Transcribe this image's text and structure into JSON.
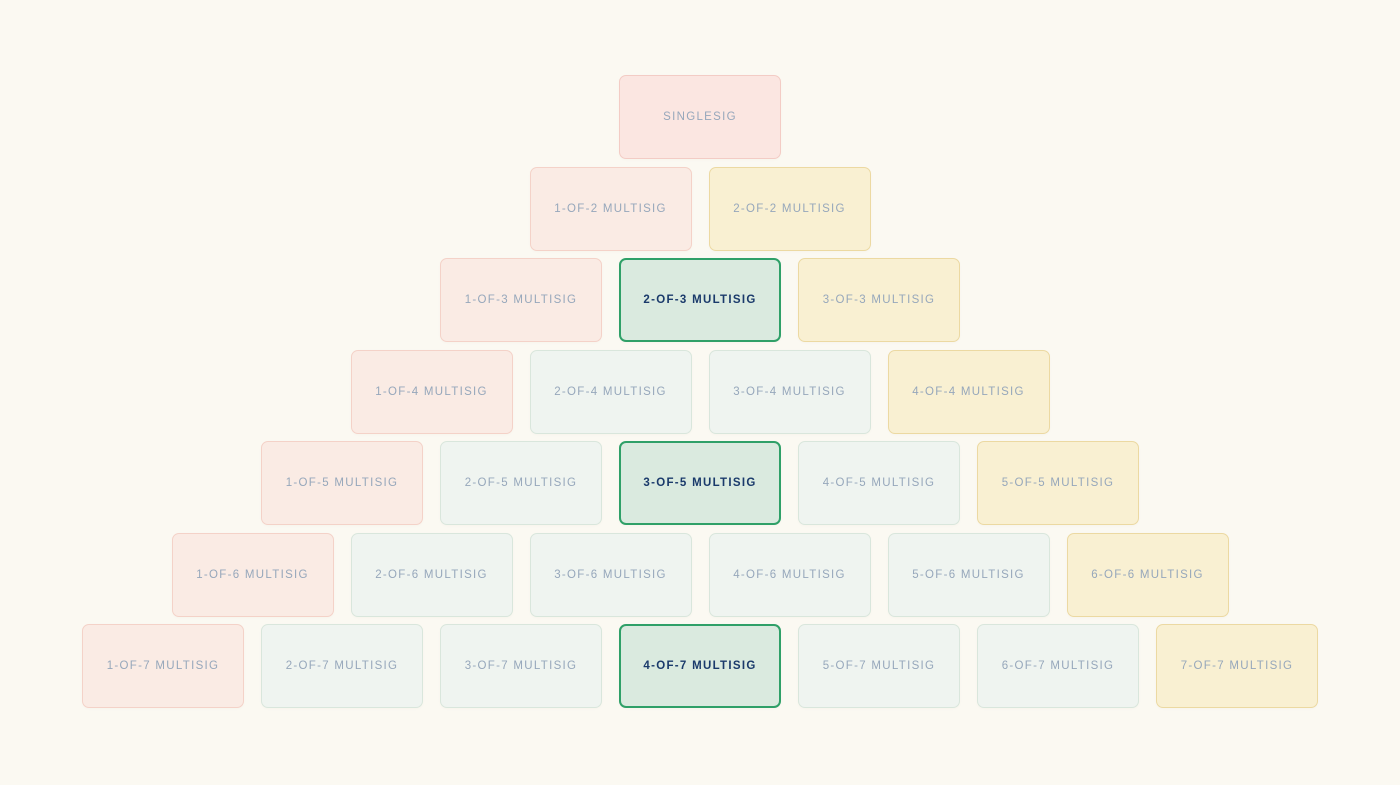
{
  "palette": {
    "background": "#FBF9F2",
    "pink_strong": {
      "fill": "#FBE6E1",
      "border": "#F3CCC5"
    },
    "pink": {
      "fill": "#FAEBE4",
      "border": "#F4D2C8"
    },
    "green": {
      "fill": "#EFF4F0",
      "border": "#D9E6DC"
    },
    "yellow": {
      "fill": "#F9F0D2",
      "border": "#ECD9A2"
    },
    "highlight": {
      "fill": "#DAEADF",
      "border": "#2FA068"
    },
    "label_color": "#96A7BB",
    "label_highlight_color": "#1A3A6B"
  },
  "pyramid": {
    "rows": [
      {
        "boxes": [
          {
            "label": "SINGLESIG",
            "style": "pink_strong",
            "highlighted": false
          }
        ]
      },
      {
        "boxes": [
          {
            "label": "1-OF-2 MULTISIG",
            "style": "pink",
            "highlighted": false
          },
          {
            "label": "2-OF-2 MULTISIG",
            "style": "yellow",
            "highlighted": false
          }
        ]
      },
      {
        "boxes": [
          {
            "label": "1-OF-3 MULTISIG",
            "style": "pink",
            "highlighted": false
          },
          {
            "label": "2-OF-3 MULTISIG",
            "style": "highlight",
            "highlighted": true
          },
          {
            "label": "3-OF-3 MULTISIG",
            "style": "yellow",
            "highlighted": false
          }
        ]
      },
      {
        "boxes": [
          {
            "label": "1-OF-4 MULTISIG",
            "style": "pink",
            "highlighted": false
          },
          {
            "label": "2-OF-4 MULTISIG",
            "style": "green",
            "highlighted": false
          },
          {
            "label": "3-OF-4 MULTISIG",
            "style": "green",
            "highlighted": false
          },
          {
            "label": "4-OF-4 MULTISIG",
            "style": "yellow",
            "highlighted": false
          }
        ]
      },
      {
        "boxes": [
          {
            "label": "1-OF-5 MULTISIG",
            "style": "pink",
            "highlighted": false
          },
          {
            "label": "2-OF-5 MULTISIG",
            "style": "green",
            "highlighted": false
          },
          {
            "label": "3-OF-5 MULTISIG",
            "style": "highlight",
            "highlighted": true
          },
          {
            "label": "4-OF-5 MULTISIG",
            "style": "green",
            "highlighted": false
          },
          {
            "label": "5-OF-5 MULTISIG",
            "style": "yellow",
            "highlighted": false
          }
        ]
      },
      {
        "boxes": [
          {
            "label": "1-OF-6 MULTISIG",
            "style": "pink",
            "highlighted": false
          },
          {
            "label": "2-OF-6 MULTISIG",
            "style": "green",
            "highlighted": false
          },
          {
            "label": "3-OF-6 MULTISIG",
            "style": "green",
            "highlighted": false
          },
          {
            "label": "4-OF-6 MULTISIG",
            "style": "green",
            "highlighted": false
          },
          {
            "label": "5-OF-6 MULTISIG",
            "style": "green",
            "highlighted": false
          },
          {
            "label": "6-OF-6 MULTISIG",
            "style": "yellow",
            "highlighted": false
          }
        ]
      },
      {
        "boxes": [
          {
            "label": "1-OF-7 MULTISIG",
            "style": "pink",
            "highlighted": false
          },
          {
            "label": "2-OF-7 MULTISIG",
            "style": "green",
            "highlighted": false
          },
          {
            "label": "3-OF-7 MULTISIG",
            "style": "green",
            "highlighted": false
          },
          {
            "label": "4-OF-7 MULTISIG",
            "style": "highlight",
            "highlighted": true
          },
          {
            "label": "5-OF-7 MULTISIG",
            "style": "green",
            "highlighted": false
          },
          {
            "label": "6-OF-7 MULTISIG",
            "style": "green",
            "highlighted": false
          },
          {
            "label": "7-OF-7 MULTISIG",
            "style": "yellow",
            "highlighted": false
          }
        ]
      }
    ]
  }
}
